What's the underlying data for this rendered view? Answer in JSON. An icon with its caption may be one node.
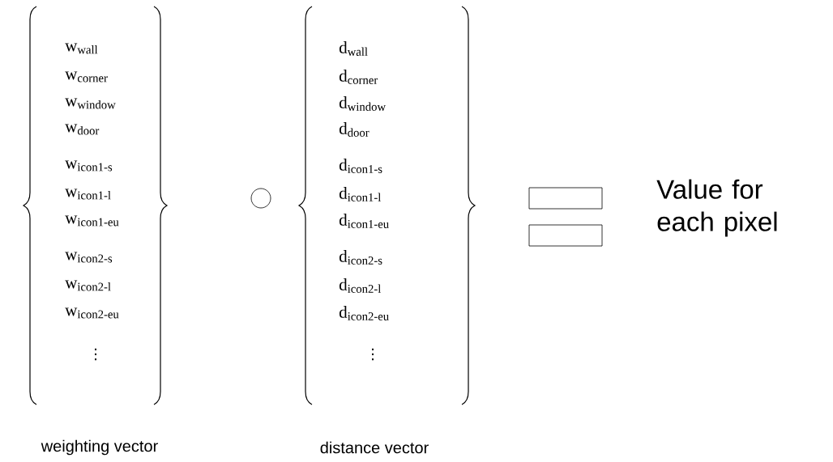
{
  "diagram": {
    "labels": [
      "w$_{wall}$",
      "w$_{corner}$",
      "w$_{window}$",
      "w$_{door}$",
      "w$_{icon1-s}$",
      "w$_{icon1-l}$",
      "w$_{icon1-eu}$",
      "w$_{icon2-s}$",
      "w$_{icon2-l}$",
      "w$_{icon2-eu}$",
      "⋮",
      "d$_{wall}$",
      "d$_{corner}$",
      "d$_{window}$",
      "d$_{door}$",
      "d$_{icon1-s}$",
      "d$_{icon1-l}$",
      "d$_{icon1-eu}$",
      "d$_{icon2-s}$",
      "d$_{icon2-l}$",
      "d$_{icon2-eu}$",
      "⋮",
      "Value for each pixel",
      "weighting vector",
      "distance vector"
    ]
  }
}
